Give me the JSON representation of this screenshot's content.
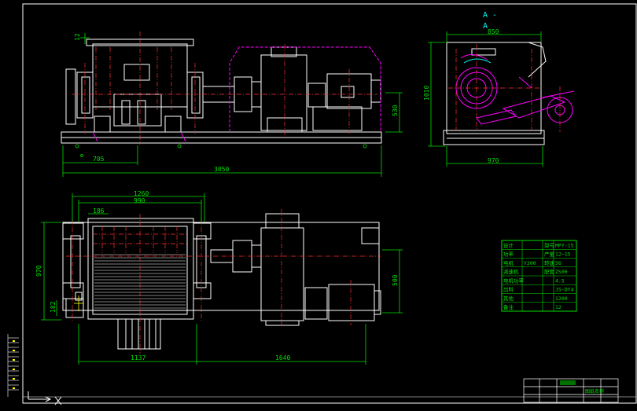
{
  "colors": {
    "background": "#000000",
    "outline": "#ffffff",
    "centerline": "#ff3030",
    "dimension": "#00e000",
    "hatch": "#ff00ff",
    "annotation": "#00ffff",
    "frame": "#ffffff"
  },
  "section_label": {
    "line1": "A -",
    "line2": "A"
  },
  "dimensions": {
    "front": {
      "top_small": "12",
      "left_offset": "705",
      "overall_length": "3050",
      "height_right": "530"
    },
    "side": {
      "top_width": "850",
      "left_height": "1010",
      "bottom_width": "970"
    },
    "plan": {
      "top_overall": "1260",
      "top_inner": "990",
      "top_small": "186",
      "left_height": "970",
      "left_small": "182",
      "right_height": "500",
      "bottom_left": "1137",
      "bottom_right": "1640"
    }
  },
  "spec_table_rows": [
    [
      "设计",
      "",
      "型号",
      "MPY-15"
    ],
    [
      "功率",
      "",
      "产量",
      "12~15"
    ],
    [
      "电机",
      "Y200",
      "转速",
      "56"
    ],
    [
      "减速机",
      "",
      "配套",
      "ZS00"
    ],
    [
      "电机功率",
      "",
      "",
      "4.5"
    ],
    [
      "出料",
      "",
      "",
      "JS-DY4"
    ],
    [
      "其他",
      "",
      "",
      "1200"
    ],
    [
      "备注",
      "",
      "",
      "12"
    ]
  ],
  "title_block": {
    "drawing_name": "图纸名称"
  },
  "icons": {
    "ucs": "ucs-axis-icon"
  }
}
